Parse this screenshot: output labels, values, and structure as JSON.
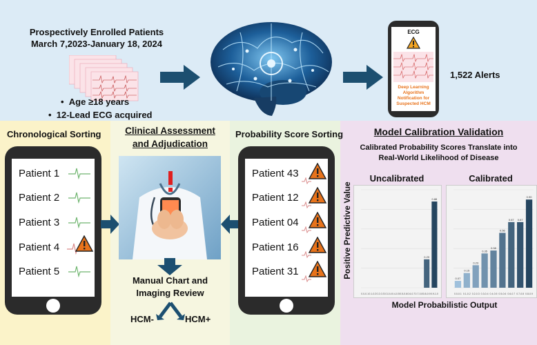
{
  "header": {
    "enrollment_title": "Prospectively Enrolled Patients",
    "enrollment_dates": "March 7,2023-January 18, 2024",
    "criteria": [
      "Age ≥18 years",
      "12-Lead ECG acquired"
    ],
    "alerts_count": "1,522 Alerts"
  },
  "notification_phone": {
    "title": "ECG",
    "message": "Deep Learning Algorithm Notification for Suspected HCM"
  },
  "chronological": {
    "title": "Chronological Sorting",
    "patients": [
      "Patient 1",
      "Patient 2",
      "Patient 3",
      "Patient 4",
      "Patient 5"
    ],
    "alert_flags": [
      false,
      false,
      false,
      true,
      false
    ]
  },
  "clinical": {
    "title_line1": "Clinical Assessment",
    "title_line2": "and Adjudication",
    "review_line1": "Manual Chart and",
    "review_line2": "Imaging Review",
    "outcome_negative": "HCM-",
    "outcome_positive": "HCM+"
  },
  "probability": {
    "title": "Probability Score Sorting",
    "patients": [
      "Patient 43",
      "Patient 12",
      "Patient 04",
      "Patient 16",
      "Patient 31"
    ]
  },
  "calibration": {
    "title": "Model Calibration Validation",
    "subtitle_line1": "Calibrated Probability Scores Translate into",
    "subtitle_line2": "Real-World Likelihood of Disease",
    "ylabel": "Positive Predictive Value",
    "xlabel": "Model Probabilistic Output"
  },
  "colors": {
    "alert_orange": "#e8731b",
    "arrow_blue": "#1c4f70",
    "bar_light": "#9fc0dc",
    "bar_dark": "#25455f"
  },
  "chart_data": [
    {
      "type": "bar",
      "title": "Uncalibrated",
      "categories": [
        "0.0-0.1",
        "0.1-0.2",
        "0.2-0.3",
        "0.3-0.4",
        "0.4-0.5",
        "0.5-0.6",
        "0.6-0.7",
        "0.7-0.8",
        "0.8-0.9",
        "0.9-1.0"
      ],
      "values": [
        0.0,
        0.0,
        0.0,
        0.0,
        0.0,
        0.0,
        0.0,
        0.0,
        0.29,
        0.88
      ],
      "ylim": [
        0,
        1
      ]
    },
    {
      "type": "bar",
      "title": "Calibrated",
      "categories": [
        "0.0-0.1",
        "0.1-0.2",
        "0.2-0.3",
        "0.3-0.4",
        "0.4-0.5",
        "0.5-0.6",
        "0.6-0.7",
        "0.7-0.8",
        "0.8-0.9"
      ],
      "values": [
        0.07,
        0.15,
        0.23,
        0.35,
        0.38,
        0.56,
        0.67,
        0.67,
        0.9
      ],
      "ylim": [
        0,
        1
      ]
    }
  ]
}
